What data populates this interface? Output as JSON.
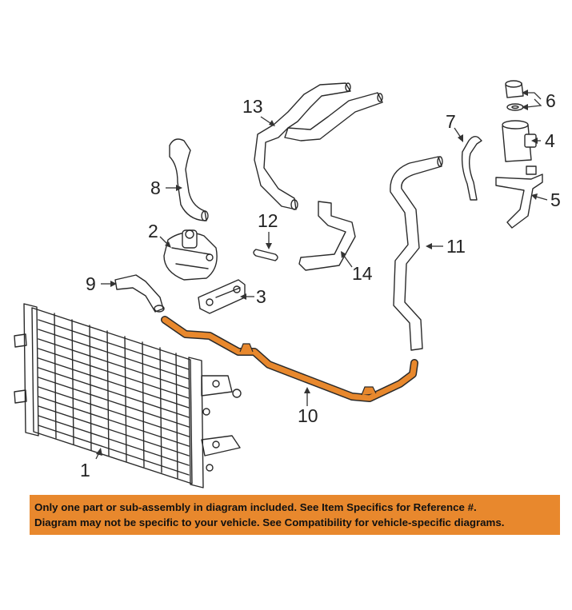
{
  "callouts": {
    "c1": "1",
    "c2": "2",
    "c3": "3",
    "c4": "4",
    "c5": "5",
    "c6": "6",
    "c7": "7",
    "c8": "8",
    "c9": "9",
    "c10": "10",
    "c11": "11",
    "c12": "12",
    "c13": "13",
    "c14": "14"
  },
  "notice": {
    "line1": "Only one part or sub-assembly in diagram included. See Item Specifics for Reference #.",
    "line2": "Diagram may not be specific to your vehicle. See Compatibility for vehicle-specific diagrams."
  },
  "colors": {
    "highlight_part": "#e8882d",
    "notice_background": "#e8882d",
    "line_art": "#2a2a2a"
  }
}
